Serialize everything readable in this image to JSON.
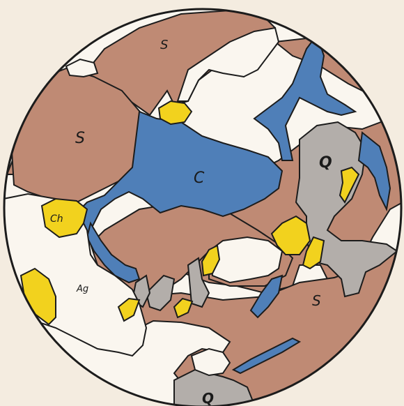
{
  "diagram": {
    "labels": {
      "s_top": "S",
      "s_left": "S",
      "s_right": "S",
      "c": "C",
      "q_right": "Q",
      "q_bottom": "Q",
      "ch": "Ch",
      "ag": "Ag"
    },
    "colors": {
      "paper": "#f4ece0",
      "sphalerite": "#bf8a74",
      "chalcopyrite_c": "#4f7fb8",
      "quartz": "#b3aeaa",
      "yellow": "#f2d21e",
      "outline": "#1c1c1c"
    }
  }
}
